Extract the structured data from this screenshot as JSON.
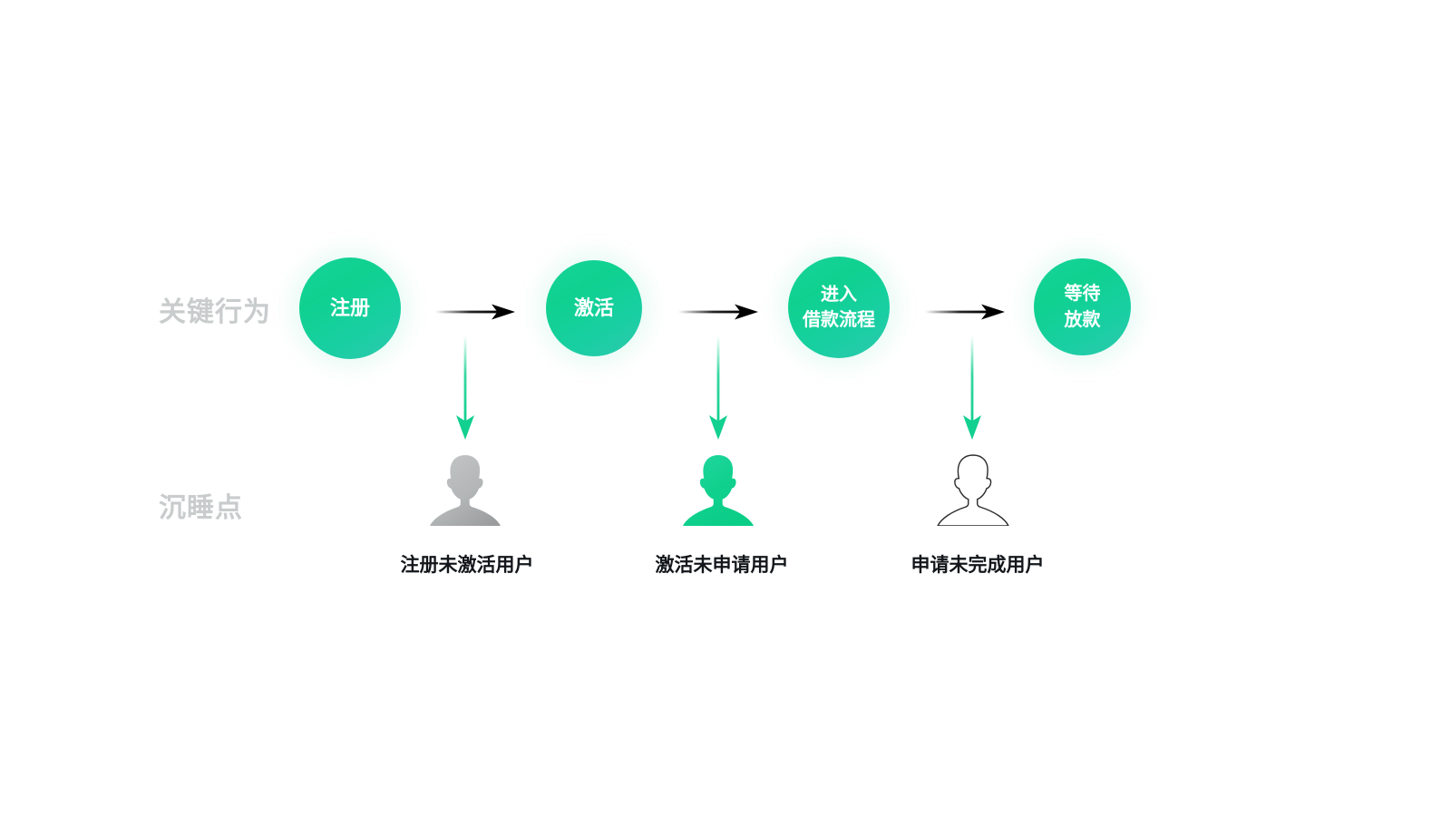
{
  "diagram": {
    "background_color": "#ffffff",
    "rows": {
      "key_behavior_label": "关键行为",
      "dormant_point_label": "沉睡点",
      "label_color": "#c9cccd"
    },
    "accent_color": "#12d09a",
    "arrow_color_horizontal": "#000000",
    "arrow_color_vertical": "#12d08f",
    "stages": [
      {
        "id": "register",
        "lines": [
          "注册"
        ]
      },
      {
        "id": "activate",
        "lines": [
          "激活"
        ]
      },
      {
        "id": "enter-loan",
        "lines": [
          "进入",
          "借款流程"
        ]
      },
      {
        "id": "await-loan",
        "lines": [
          "等待",
          "放款"
        ]
      }
    ],
    "dormant_points": [
      {
        "id": "registered-not-activated",
        "caption": "注册未激活用户",
        "icon": "person-icon-gray",
        "icon_style": "filled-gray",
        "icon_color": "#b0b3b4"
      },
      {
        "id": "activated-not-applied",
        "caption": "激活未申请用户",
        "icon": "person-icon-green",
        "icon_style": "filled-green",
        "icon_color": "#12d08f"
      },
      {
        "id": "applied-not-completed",
        "caption": "申请未完成用户",
        "icon": "person-icon-outline",
        "icon_style": "outline-black",
        "icon_color": "#2b2b2b"
      }
    ]
  }
}
